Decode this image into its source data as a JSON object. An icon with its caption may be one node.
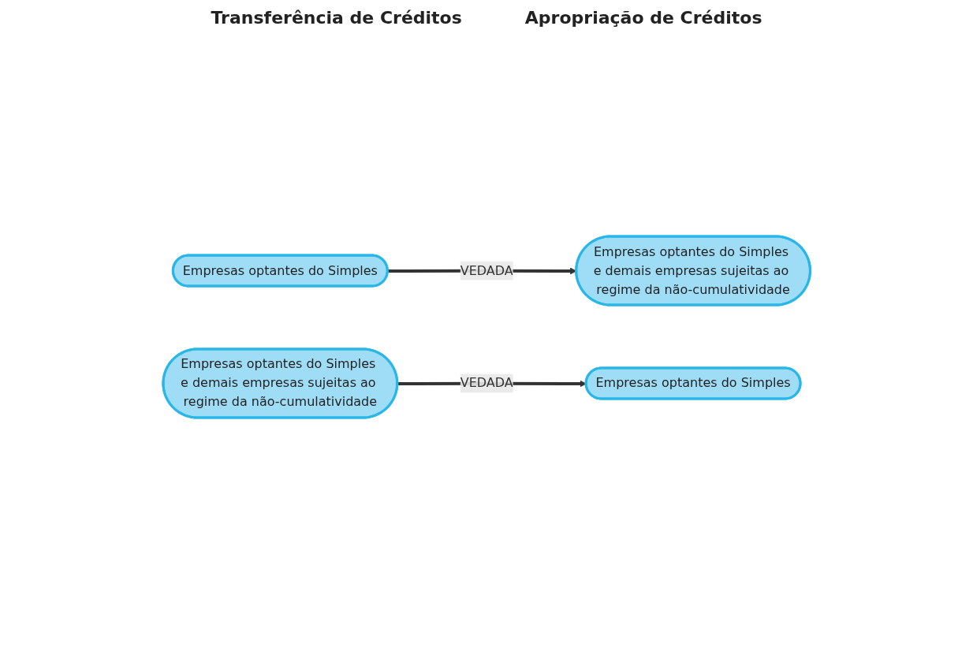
{
  "diagram": {
    "nodes": [
      {
        "text": [
          "Empresas optantes do Simples"
        ]
      },
      {
        "text": [
          "Empresas optantes do Simples e demais empresas sujeitas ao regime da não-cumulatividade"
        ]
      },
      {
        "text": [
          "Empresas optantes do Simples"
        ]
      },
      {
        "text": [
          "Empresas optantes do Simples e demais empresas sujeitas ao regime da não-cumulatividade"
        ]
      }
    ],
    "edges": [
      {
        "from": 0,
        "to": 1,
        "arrow": "to",
        "label": "VEDADA"
      },
      {
        "from": 3,
        "to": 2,
        "arrow": "to",
        "label": "VEDADA"
      }
    ],
    "labels": [
      "Transferência de Créditos",
      "Apropriação de Créditos"
    ]
  }
}
